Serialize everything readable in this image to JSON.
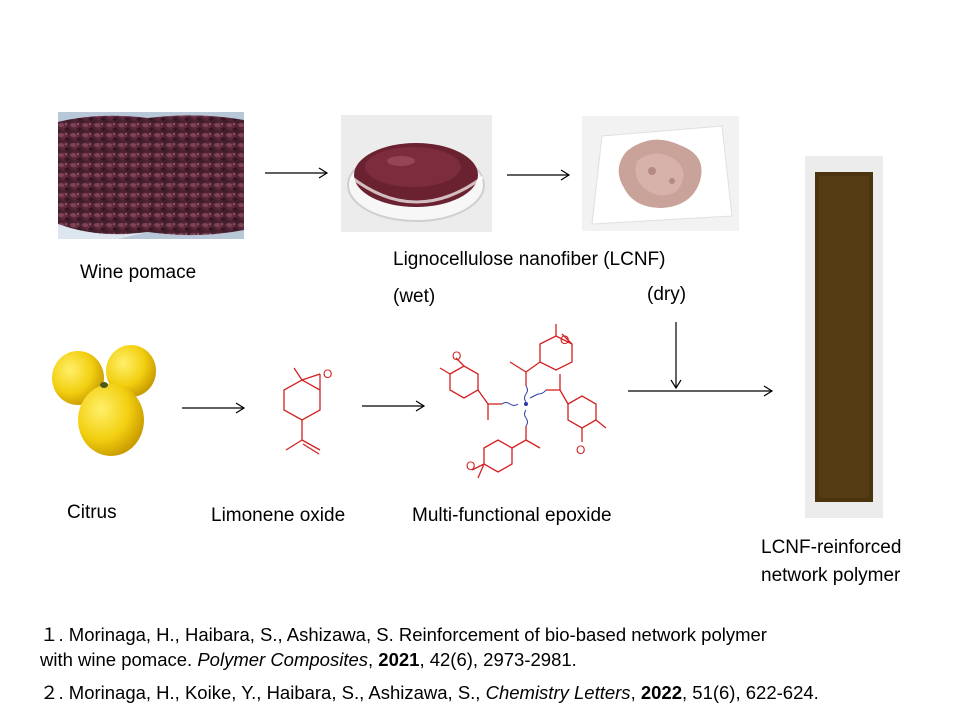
{
  "labels": {
    "wine_pomace": "Wine pomace",
    "lcnf": "Lignocellulose nanofiber (LCNF)",
    "wet": "(wet)",
    "dry": "(dry)",
    "citrus": "Citrus",
    "limonene_oxide": "Limonene oxide",
    "epoxide": "Multi-functional epoxide",
    "product_line1": "LCNF-reinforced",
    "product_line2": "network polymer"
  },
  "references": [
    {
      "num": "１.",
      "line1": "Morinaga, H., Haibara, S., Ashizawa, S. Reinforcement of bio-based network polymer",
      "line2_pre": "with wine pomace. ",
      "journal": "Polymer Composites",
      "sep1": ", ",
      "year": "2021",
      "rest": ", 42(6), 2973-2981."
    },
    {
      "num": "２.",
      "authors": "Morinaga, H., Koike, Y., Haibara, S., Ashizawa, S., ",
      "journal": "Chemistry Letters",
      "sep1": ", ",
      "year": "2022",
      "rest": ", 51(6), 622-624."
    }
  ],
  "atom_labels": {
    "oxygen": "O"
  },
  "colors": {
    "structure_red": "#d42020",
    "linker_blue": "#2a3aa8",
    "arrow": "#000000"
  }
}
